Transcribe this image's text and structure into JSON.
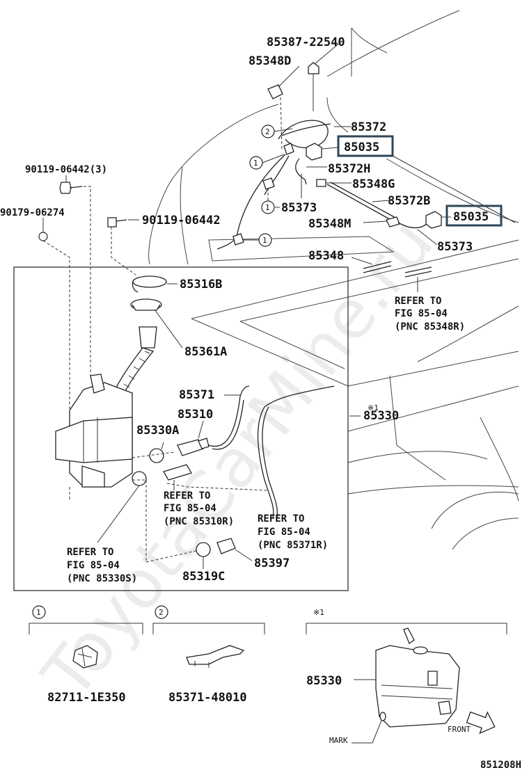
{
  "watermark": "ToyotaCarMine.ru",
  "diagram_id": "851208H",
  "labels": {
    "p85387": "85387-22540",
    "p85348D": "85348D",
    "p85372": "85372",
    "p85035a": "85035",
    "p85372H": "85372H",
    "p85348G": "85348G",
    "p85373a": "85373",
    "p85372B": "85372B",
    "p85035b": "85035",
    "p85348M": "85348M",
    "p85373b": "85373",
    "p90119_3": "90119-06442(3)",
    "p90179": "90179-06274",
    "p90119": "90119-06442",
    "p85348": "85348",
    "p85316B": "85316B",
    "p85361A": "85361A",
    "p85371": "85371",
    "p85310": "85310",
    "p85330A": "85330A",
    "p85330": "85330",
    "p85397": "85397",
    "p85319C": "85319C",
    "p82711": "82711-1E350",
    "p85371_48010": "85371-48010",
    "p85330_detail": "85330",
    "note_mark": "※1",
    "circle1": "1",
    "circle2": "2",
    "mark": "MARK",
    "front": "FRONT"
  },
  "refs": {
    "r85348R": [
      "REFER TO",
      "FIG 85-04",
      "(PNC 85348R)"
    ],
    "r85310R": [
      "REFER TO",
      "FIG 85-04",
      "(PNC 85310R)"
    ],
    "r85371R": [
      "REFER TO",
      "FIG 85-04",
      "(PNC 85371R)"
    ],
    "r85330S": [
      "REFER TO",
      "FIG 85-04",
      "(PNC 85330S)"
    ]
  },
  "highlight_color": "#2e4657"
}
